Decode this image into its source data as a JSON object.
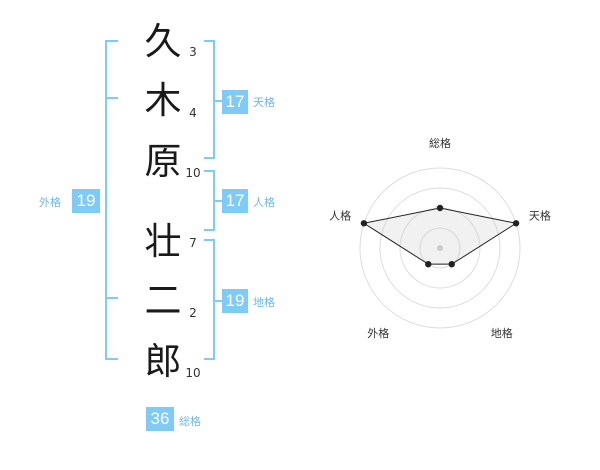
{
  "name_chars": [
    {
      "char": "久",
      "strokes": "3"
    },
    {
      "char": "木",
      "strokes": "4"
    },
    {
      "char": "原",
      "strokes": "10"
    },
    {
      "char": "壮",
      "strokes": "7"
    },
    {
      "char": "二",
      "strokes": "2"
    },
    {
      "char": "郎",
      "strokes": "10"
    }
  ],
  "fortunes": {
    "tenkaku": {
      "value": "17",
      "label": "天格"
    },
    "jinkaku": {
      "value": "17",
      "label": "人格"
    },
    "chikaku": {
      "value": "19",
      "label": "地格"
    },
    "gaikaku": {
      "value": "19",
      "label": "外格"
    },
    "soukaku": {
      "value": "36",
      "label": "総格"
    }
  },
  "colors": {
    "accent": "#7fcbf5",
    "bracket": "#7fcbf5"
  },
  "chart_data": {
    "type": "radar",
    "axes": [
      "総格",
      "天格",
      "地格",
      "外格",
      "人格"
    ],
    "levels": 4,
    "values": [
      2,
      4,
      1,
      1,
      4
    ],
    "max": 4
  }
}
